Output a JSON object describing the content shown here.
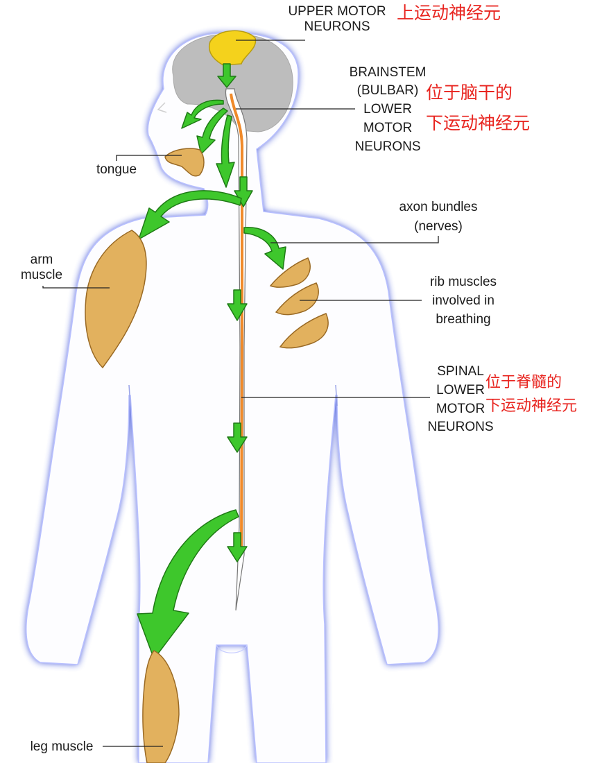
{
  "labels": {
    "upper_motor_neurons": [
      "UPPER MOTOR",
      "NEURONS"
    ],
    "upper_motor_neurons_cn": "上运动神经元",
    "brainstem_lower_motor_neurons": [
      "BRAINSTEM",
      "(BULBAR)",
      "LOWER",
      "MOTOR",
      "NEURONS"
    ],
    "brainstem_cn": [
      "位于脑干的",
      "下运动神经元"
    ],
    "tongue": "tongue",
    "axon_bundles": [
      "axon bundles",
      "(nerves)"
    ],
    "arm_muscle": [
      "arm",
      "muscle"
    ],
    "rib_muscles": [
      "rib muscles",
      "involved in",
      "breathing"
    ],
    "spinal_lower_motor_neurons": [
      "SPINAL",
      "LOWER",
      "MOTOR",
      "NEURONS"
    ],
    "spinal_cn": [
      "位于脊髓的",
      "下运动神经元"
    ],
    "leg_muscle": "leg muscle"
  },
  "colors": {
    "body_glow": "#3a4fd8",
    "body_fill": "#fdfdff",
    "brain": "#bdbdbd",
    "upper_neuron": "#f4d21c",
    "spinal_cord": "#f08a2a",
    "arrow": "#3ec72c",
    "muscle": "#e2b15e",
    "annotation_cn": "#e8241f"
  }
}
